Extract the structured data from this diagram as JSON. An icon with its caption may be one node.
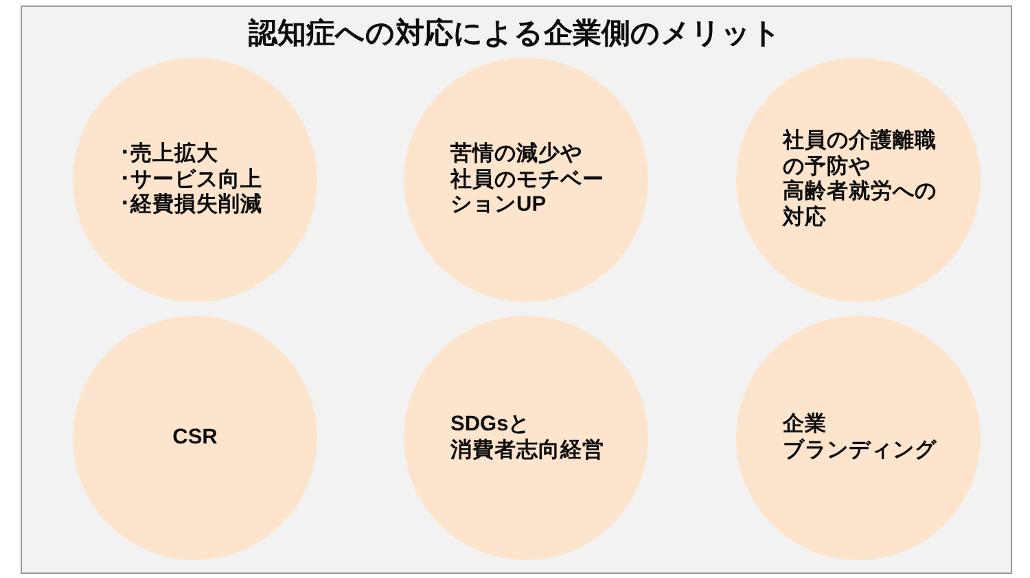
{
  "diagram": {
    "title": "認知症への対応による企業側のメリット",
    "nodes": [
      {
        "text": [
          "･売上拡大",
          "･サービス向上",
          "･経費損失削減"
        ]
      },
      {
        "text": [
          "苦情の減少や社員のモチベーションUP"
        ]
      },
      {
        "text": [
          "社員の介護離職の予防や高齢者就労への対応"
        ]
      },
      {
        "text": [
          "CSR"
        ]
      },
      {
        "text": [
          "SDGsと消費者志向経営"
        ]
      },
      {
        "text": [
          "企業ブランディング"
        ]
      }
    ]
  }
}
